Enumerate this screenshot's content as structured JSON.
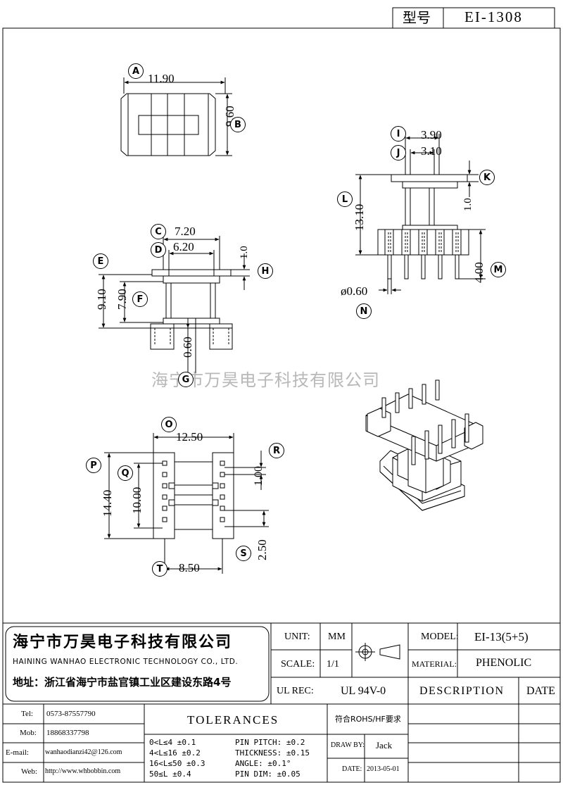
{
  "header": {
    "model_label": "型号",
    "model_value": "EI-1308"
  },
  "watermark": "海宁市万昊电子科技有限公司",
  "dimensions": {
    "A": "11.90",
    "B": "9.60",
    "C": "7.20",
    "D": "6.20",
    "H": "1.0",
    "E": "9.10",
    "F": "7.90",
    "G": "0.60",
    "I": "3.90",
    "J": "3.10",
    "K": "1.0",
    "L": "13.10",
    "M": "4.00",
    "N": "ø0.60",
    "O": "12.50",
    "R": "1.00",
    "P": "14.40",
    "Q": "10.00",
    "S": "2.50",
    "T": "8.50"
  },
  "markers": [
    "A",
    "B",
    "C",
    "D",
    "E",
    "F",
    "G",
    "H",
    "I",
    "J",
    "K",
    "L",
    "M",
    "N",
    "O",
    "P",
    "Q",
    "R",
    "S",
    "T"
  ],
  "company": {
    "name_cn": "海宁市万昊电子科技有限公司",
    "name_en": "HAINING WANHAO ELECTRONIC TECHNOLOGY CO., LTD.",
    "address": "地址：浙江省海宁市盐官镇工业区建设东路4号"
  },
  "titleblock": {
    "unit_label": "UNIT:",
    "unit_value": "MM",
    "scale_label": "SCALE:",
    "scale_value": "1/1",
    "model_label": "MODEL:",
    "model_value": "EI-13(5+5)",
    "material_label": "MATERIAL:",
    "material_value": "PHENOLIC",
    "ulrec_label": "UL REC:",
    "ulrec_value": "UL 94V-0",
    "description_label": "DESCRIPTION",
    "date_label": "DATE",
    "tolerances_label": "TOLERANCES",
    "rohs": "符合ROHS/HF要求",
    "drawby_label": "DRAW BY:",
    "drawby_value": "Jack",
    "date_label2": "DATE:",
    "date_value": "2013-05-01"
  },
  "contact": [
    {
      "label": "Tel:",
      "value": "0573-87557790"
    },
    {
      "label": "Mob:",
      "value": "18868337798"
    },
    {
      "label": "E-mail:",
      "value": "wanhaodianzi42@126.com"
    },
    {
      "label": "Web:",
      "value": "http://www.whbobbin.com"
    }
  ],
  "tolerances": {
    "ranges": [
      "0<L≤4 ±0.1",
      "4<L≤16 ±0.2",
      "16<L≤50 ±0.3",
      "50≤L ±0.4"
    ],
    "specs": [
      "PIN PITCH: ±0.2",
      "THICKNESS: ±0.15",
      "ANGLE: ±0.1°",
      "PIN DIM: ±0.05"
    ]
  }
}
